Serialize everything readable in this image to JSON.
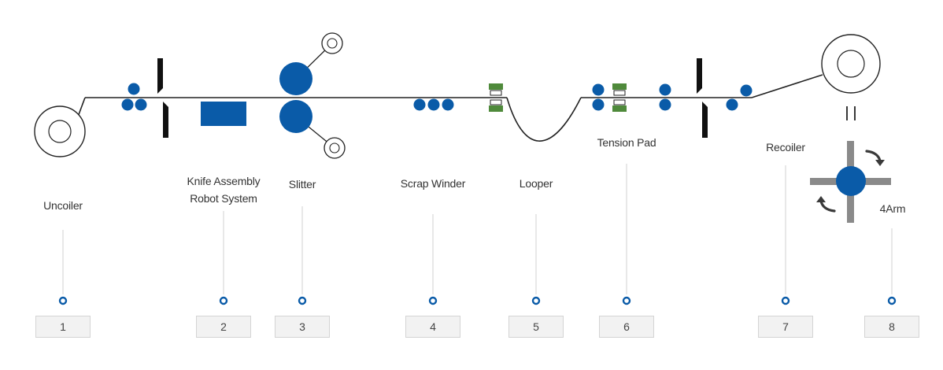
{
  "colors": {
    "blue": "#0a5ba8",
    "green": "#4f8a3b",
    "line": "#222222",
    "guide": "#d0d0d0",
    "box_bg": "#f2f2f2",
    "box_border": "#d4d4d4",
    "arrow": "#3a3a3a"
  },
  "stations": [
    {
      "number": "1",
      "label": [
        "Uncoiler"
      ]
    },
    {
      "number": "2",
      "label": [
        "Knife Assembly",
        "Robot System"
      ]
    },
    {
      "number": "3",
      "label": [
        "Slitter"
      ]
    },
    {
      "number": "4",
      "label": [
        "Scrap Winder"
      ]
    },
    {
      "number": "5",
      "label": [
        "Looper"
      ]
    },
    {
      "number": "6",
      "label": [
        "Tension Pad"
      ]
    },
    {
      "number": "7",
      "label": [
        "Recoiler"
      ]
    },
    {
      "number": "8",
      "label": [
        "4Arm"
      ]
    }
  ],
  "icons": [
    "coil-icon",
    "pinch-roll-icon",
    "knife-blade-icon",
    "robot-block-icon",
    "slitter-roll-icon",
    "tension-pad-icon",
    "rotation-arrow-icon",
    "parallel-bars-icon"
  ]
}
